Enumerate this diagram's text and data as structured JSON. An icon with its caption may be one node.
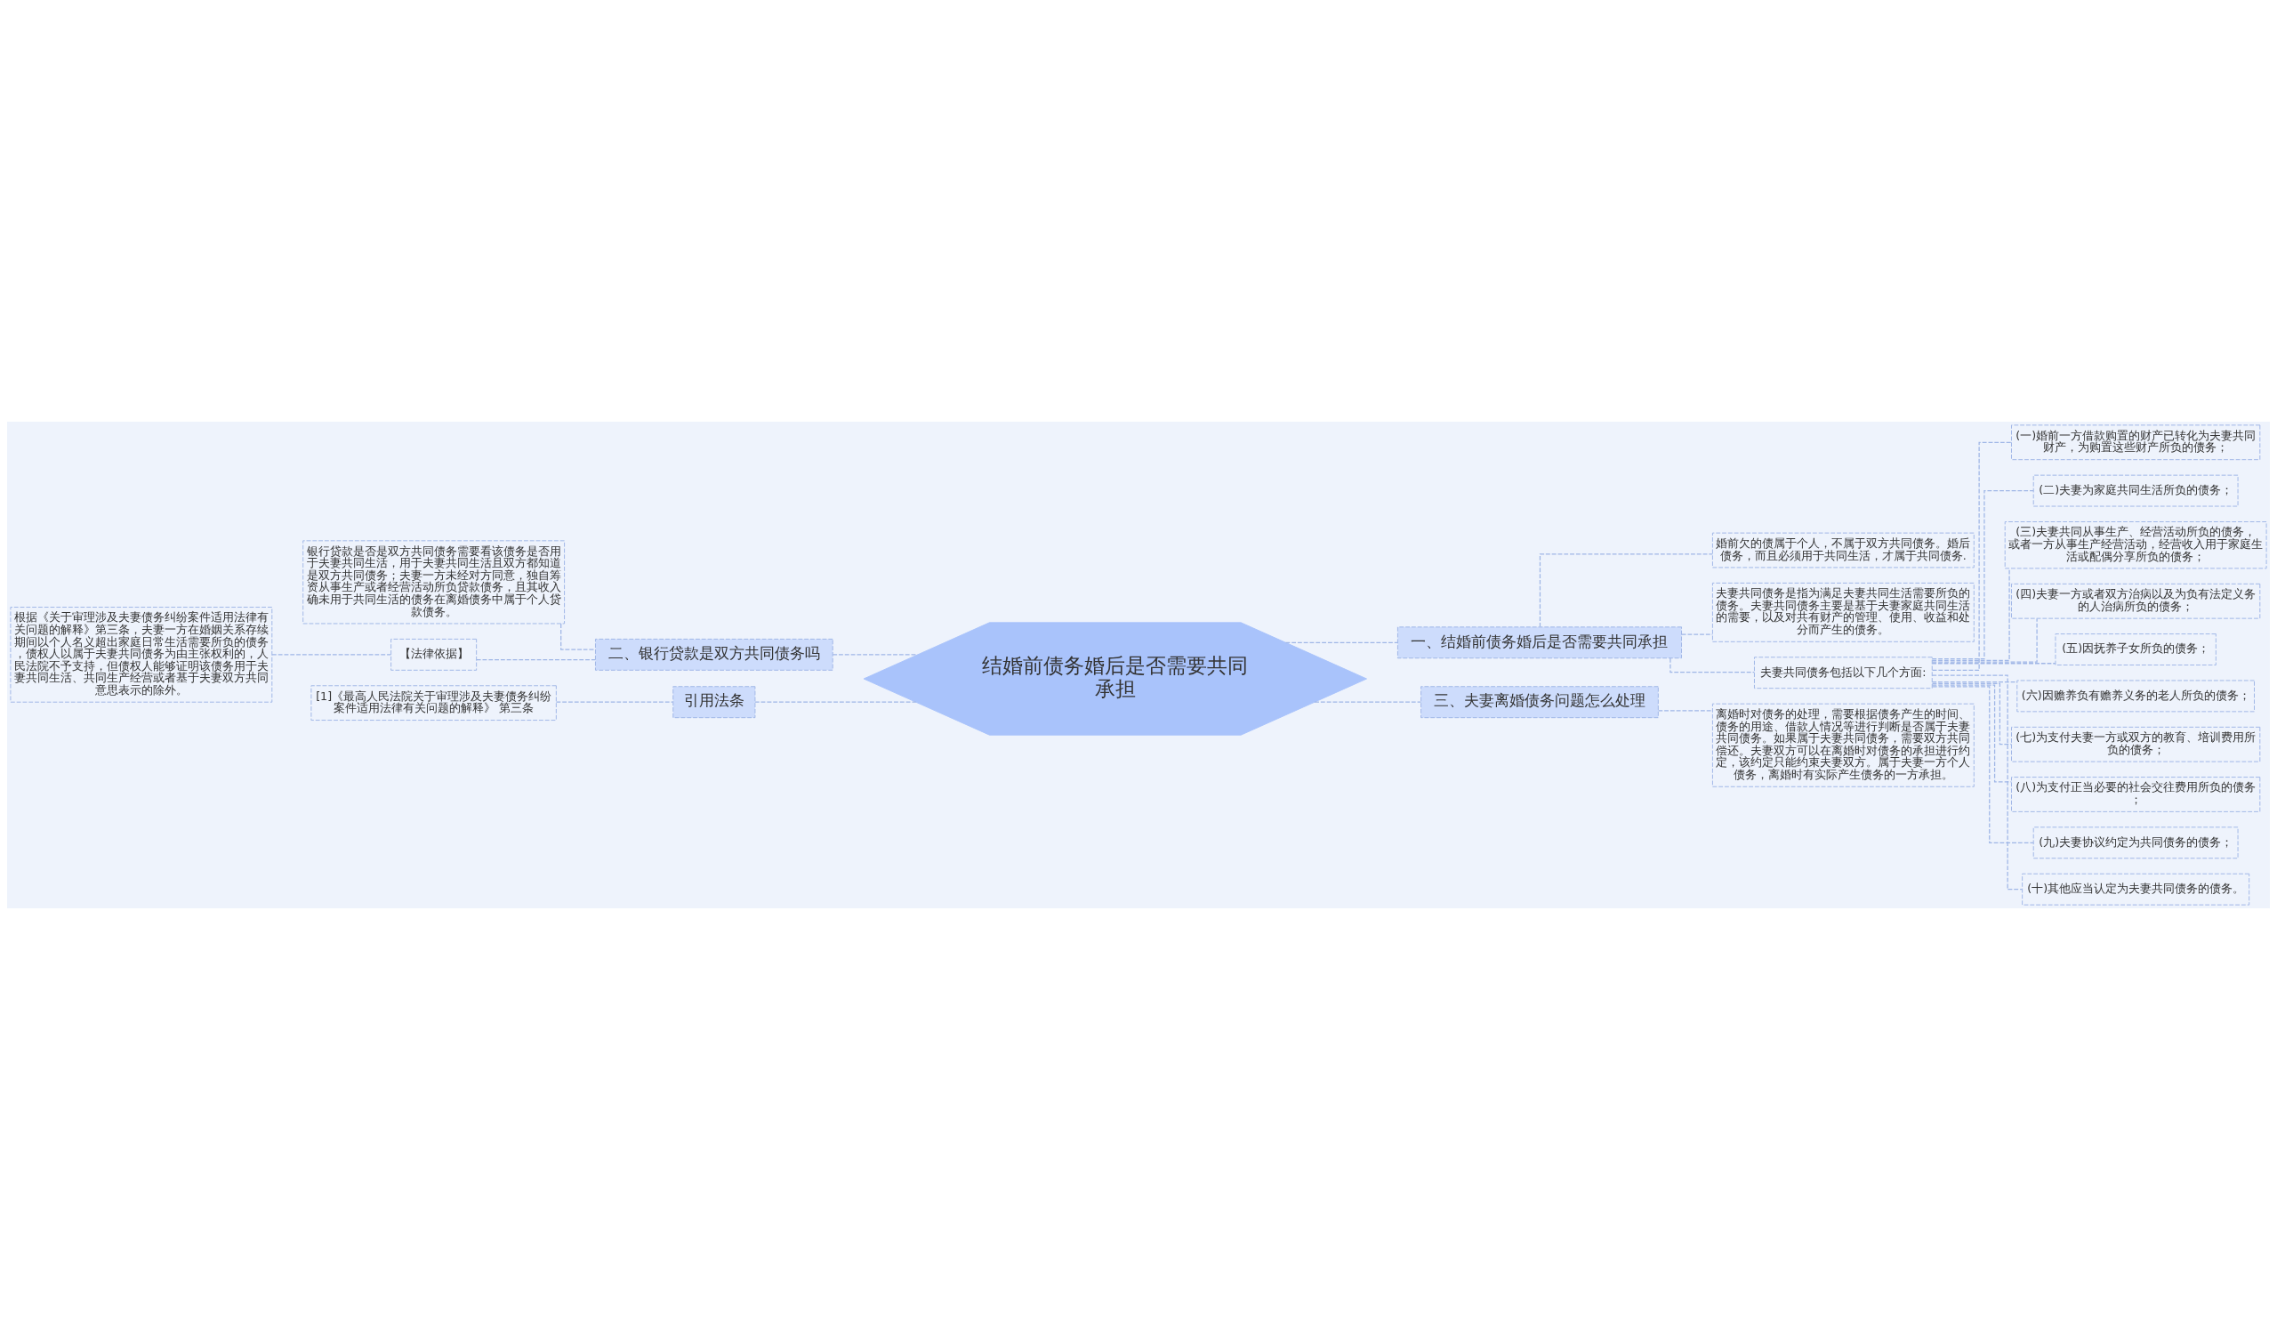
{
  "diagram": {
    "nodes": [
      {
        "text": [
          "结婚前债务婚后是否需要共同承担"
        ]
      },
      {
        "text": [
          "一、结婚前债务婚后是否需要共同承担"
        ]
      },
      {
        "text": [
          "婚前欠的债属于个人，不属于双方共同债务。婚后债务，而且必须用于共同生活，才属于共同债务."
        ]
      },
      {
        "text": [
          "夫妻共同债务是指为满足夫妻共同生活需要所负的债务。夫妻共同债务主要是基于夫妻家庭共同生活的需要，以及对共有财产的管理、使用、收益和处分而产生的债务。"
        ]
      },
      {
        "text": [
          "夫妻共同债务包括以下几个方面:"
        ]
      },
      {
        "text": [
          "(一)婚前一方借款购置的财产已转化为夫妻共同财产，为购置这些财产所负的债务；"
        ]
      },
      {
        "text": [
          "(二)夫妻为家庭共同生活所负的债务；"
        ]
      },
      {
        "text": [
          "(三)夫妻共同从事生产、经营活动所负的债务，或者一方从事生产经营活动，经营收入用于家庭生活或配偶分享所负的债务；"
        ]
      },
      {
        "text": [
          "(四)夫妻一方或者双方治病以及为负有法定义务的人治病所负的债务；"
        ]
      },
      {
        "text": [
          "(五)因抚养子女所负的债务；"
        ]
      },
      {
        "text": [
          "(六)因赡养负有赡养义务的老人所负的债务；"
        ]
      },
      {
        "text": [
          "(七)为支付夫妻一方或双方的教育、培训费用所负的债务；"
        ]
      },
      {
        "text": [
          "(八)为支付正当必要的社会交往费用所负的债务；"
        ]
      },
      {
        "text": [
          "(九)夫妻协议约定为共同债务的债务；"
        ]
      },
      {
        "text": [
          "(十)其他应当认定为夫妻共同债务的债务。"
        ]
      },
      {
        "text": [
          "三、夫妻离婚债务问题怎么处理"
        ]
      },
      {
        "text": [
          "离婚时对债务的处理，需要根据债务产生的时间、债务的用途、借款人情况等进行判断是否属于夫妻共同债务。如果属于夫妻共同债务，需要双方共同偿还。夫妻双方可以在离婚时对债务的承担进行约定，该约定只能约束夫妻双方。属于夫妻一方个人债务，离婚时有实际产生债务的一方承担。"
        ]
      },
      {
        "text": [
          "二、银行贷款是双方共同债务吗"
        ]
      },
      {
        "text": [
          "银行贷款是否是双方共同债务需要看该债务是否用于夫妻共同生活，用于夫妻共同生活且双方都知道是双方共同债务；夫妻一方未经对方同意，独自筹资从事生产或者经营活动所负贷款债务，且其收入确未用于共同生活的债务在离婚债务中属于个人贷款债务。"
        ]
      },
      {
        "text": [
          "【法律依据】"
        ]
      },
      {
        "text": [
          "根据《关于审理涉及夫妻债务纠纷案件适用法律有关问题的解释》第三条，夫妻一方在婚姻关系存续期间以个人名义超出家庭日常生活需要所负的债务，债权人以属于夫妻共同债务为由主张权利的，人民法院不予支持，但债权人能够证明该债务用于夫妻共同生活、共同生产经营或者基于夫妻双方共同意思表示的除外。"
        ]
      },
      {
        "text": [
          "引用法条"
        ]
      },
      {
        "text": [
          "[1]《最高人民法院关于审理涉及夫妻债务纠纷案件适用法律有关问题的解释》 第三条"
        ]
      }
    ],
    "edges": [
      {
        "from": 0,
        "to": 1,
        "arrow": "none"
      },
      {
        "from": 1,
        "to": 2,
        "arrow": "none"
      },
      {
        "from": 1,
        "to": 3,
        "arrow": "none"
      },
      {
        "from": 1,
        "to": 4,
        "arrow": "none"
      },
      {
        "from": 4,
        "to": 5,
        "arrow": "none"
      },
      {
        "from": 4,
        "to": 6,
        "arrow": "none"
      },
      {
        "from": 4,
        "to": 7,
        "arrow": "none"
      },
      {
        "from": 4,
        "to": 8,
        "arrow": "none"
      },
      {
        "from": 4,
        "to": 9,
        "arrow": "none"
      },
      {
        "from": 4,
        "to": 10,
        "arrow": "none"
      },
      {
        "from": 4,
        "to": 11,
        "arrow": "none"
      },
      {
        "from": 4,
        "to": 12,
        "arrow": "none"
      },
      {
        "from": 4,
        "to": 13,
        "arrow": "none"
      },
      {
        "from": 4,
        "to": 14,
        "arrow": "none"
      },
      {
        "from": 0,
        "to": 15,
        "arrow": "none"
      },
      {
        "from": 15,
        "to": 16,
        "arrow": "none"
      },
      {
        "from": 0,
        "to": 17,
        "arrow": "none"
      },
      {
        "from": 17,
        "to": 18,
        "arrow": "none"
      },
      {
        "from": 17,
        "to": 19,
        "arrow": "none"
      },
      {
        "from": 19,
        "to": 20,
        "arrow": "none"
      },
      {
        "from": 0,
        "to": 21,
        "arrow": "none"
      },
      {
        "from": 21,
        "to": 22,
        "arrow": "none"
      }
    ]
  }
}
